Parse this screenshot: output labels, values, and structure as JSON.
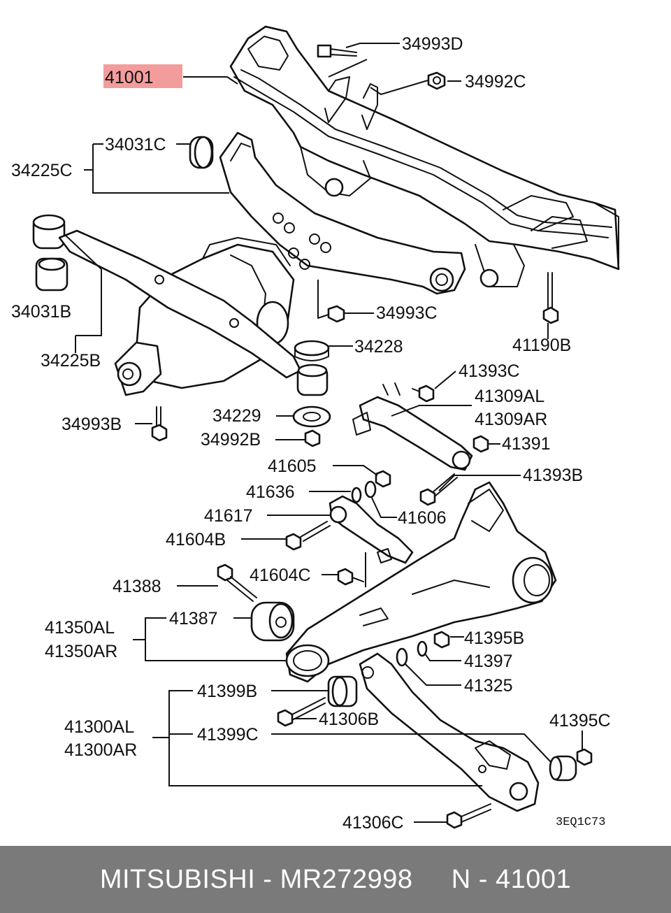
{
  "highlight": "41001",
  "labels": {
    "l_34993D": "34993D",
    "l_34992C": "34992C",
    "l_41001": "41001",
    "l_34031C": "34031C",
    "l_34225C": "34225C",
    "l_34031B": "34031B",
    "l_34225B": "34225B",
    "l_34993C": "34993C",
    "l_34228": "34228",
    "l_41190B": "41190B",
    "l_41393C": "41393C",
    "l_41309AL": "41309AL",
    "l_41309AR": "41309AR",
    "l_34993B": "34993B",
    "l_34229": "34229",
    "l_34992B": "34992B",
    "l_41391": "41391",
    "l_41605": "41605",
    "l_41393B": "41393B",
    "l_41636": "41636",
    "l_41617": "41617",
    "l_41606": "41606",
    "l_41604B": "41604B",
    "l_41604C": "41604C",
    "l_41388": "41388",
    "l_41387": "41387",
    "l_41350AL": "41350AL",
    "l_41350AR": "41350AR",
    "l_41395B": "41395B",
    "l_41397": "41397",
    "l_41325": "41325",
    "l_41399B": "41399B",
    "l_41306B": "41306B",
    "l_41300AL": "41300AL",
    "l_41300AR": "41300AR",
    "l_41399C": "41399C",
    "l_41395C": "41395C",
    "l_41306C": "41306C"
  },
  "diagram_code": "3EQ1C73",
  "footer": {
    "text": "MITSUBISHI - MR272998     N - 41001"
  },
  "colors": {
    "highlight": "#f08b8b",
    "footer_bg": "#7a7a7a",
    "footer_text": "#ffffff"
  }
}
